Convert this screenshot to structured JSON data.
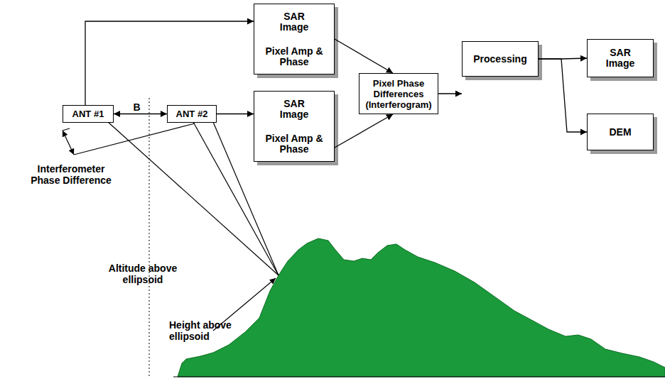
{
  "diagram": {
    "nodes": [
      {
        "text": [
          "ANT #1"
        ]
      },
      {
        "text": [
          "ANT #2"
        ]
      },
      {
        "text": [
          "SAR Image",
          "Pixel Amp & Phase"
        ]
      },
      {
        "text": [
          "SAR Image",
          "Pixel Amp & Phase"
        ]
      },
      {
        "text": [
          "Pixel Phase Differences (Interferogram)"
        ]
      },
      {
        "text": [
          "Processing"
        ]
      },
      {
        "text": [
          "SAR Image"
        ]
      },
      {
        "text": [
          "DEM"
        ]
      }
    ],
    "edges": [
      {
        "from": 0,
        "to": 1,
        "label": "B",
        "arrow": "both"
      },
      {
        "from": 0,
        "to": 2,
        "arrow": "to"
      },
      {
        "from": 1,
        "to": 3,
        "arrow": "to"
      },
      {
        "from": 2,
        "to": 4,
        "arrow": "to"
      },
      {
        "from": 3,
        "to": 4,
        "arrow": "to"
      },
      {
        "from": 4,
        "to": 5,
        "arrow": "to"
      },
      {
        "from": 5,
        "to": 6,
        "arrow": "to"
      },
      {
        "from": 5,
        "to": 7,
        "arrow": "to"
      }
    ],
    "labels": [
      "Interferometer Phase Difference",
      "Altitude above ellipsoid",
      "Height above ellipsoid"
    ]
  }
}
